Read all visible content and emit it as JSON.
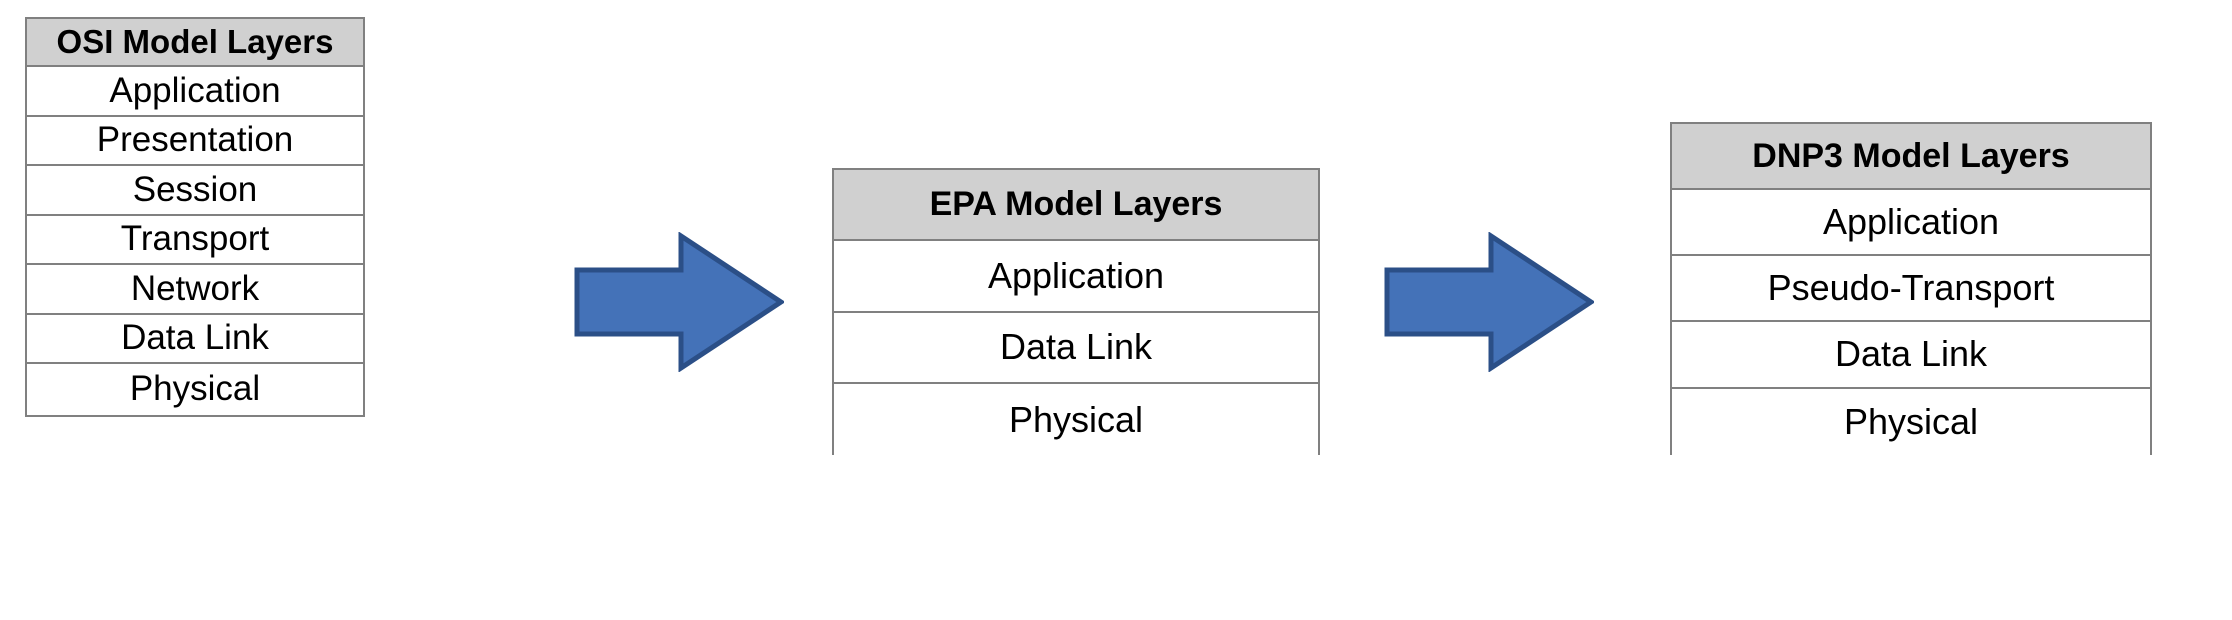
{
  "diagram": {
    "title": "OSI to EPA to DNP3 model layer mapping",
    "background_color": "#ffffff",
    "header_fill": "#d0d0d0",
    "border_color": "#808080",
    "arrow_fill": "#4472b8",
    "arrow_stroke": "#2b4f87"
  },
  "tables": {
    "osi": {
      "header": "OSI Model Layers",
      "rows": [
        "Application",
        "Presentation",
        "Session",
        "Transport",
        "Network",
        "Data Link",
        "Physical"
      ]
    },
    "epa": {
      "header": "EPA Model Layers",
      "rows": [
        "Application",
        "Data Link",
        "Physical"
      ]
    },
    "dnp3": {
      "header": "DNP3 Model Layers",
      "rows": [
        "Application",
        "Pseudo-Transport",
        "Data Link",
        "Physical"
      ]
    }
  },
  "arrows": [
    {
      "name": "osi-to-epa",
      "direction": "right"
    },
    {
      "name": "epa-to-dnp3",
      "direction": "right"
    }
  ]
}
